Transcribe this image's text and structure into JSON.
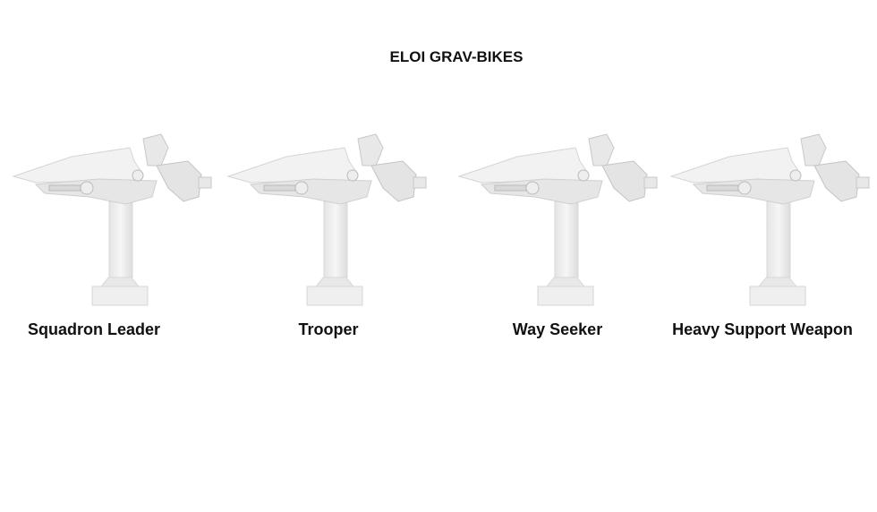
{
  "title": "ELOI GRAV-BIKES",
  "models": [
    {
      "name": "Squadron Leader"
    },
    {
      "name": "Trooper"
    },
    {
      "name": "Way Seeker"
    },
    {
      "name": "Heavy Support Weapon"
    }
  ]
}
